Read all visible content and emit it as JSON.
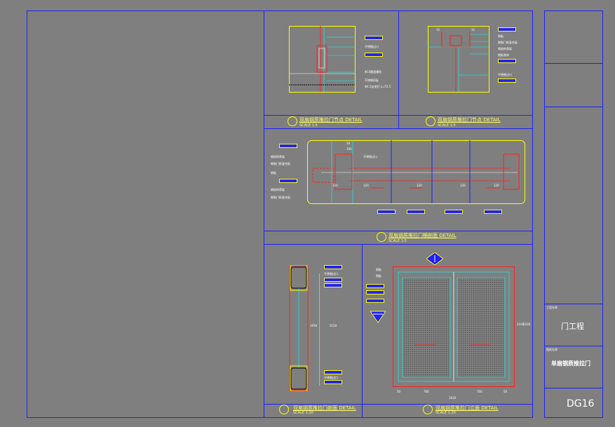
{
  "details": {
    "d1": {
      "title": "双扇钢质推拉门节点 DETAIL",
      "scale": "SCALE 1:5"
    },
    "d2": {
      "title": "双扇钢质推拉门节点 DETAIL",
      "scale": "SCALE 1:5"
    },
    "d3": {
      "title": "双扇钢质推拉门横剖面 DETAIL",
      "scale": "SCALE 1:5"
    },
    "d4": {
      "title": "双扇钢质推拉门剖面 DETAIL",
      "scale": "SCALE 1:20"
    },
    "d5": {
      "title": "双扇钢质推拉门立面 DETAIL",
      "scale": "SCALE 1:20"
    }
  },
  "notes": {
    "n1": "不锈钢边口",
    "n2": "Φ10膨胀螺栓",
    "n3": "不锈钢扣板",
    "n4": "Φ4.2自攻钉 L=53.5",
    "n5": "钢板",
    "n6": "钢制门框复合板",
    "n7": "钢结构骨架",
    "n8": "钢板装饰",
    "n9": "不锈钢边口",
    "n10": "不锈钢边口",
    "l1": "钢结构骨架",
    "l2": "钢制门框复合板",
    "l3": "钢板",
    "l4": "钢结构骨架",
    "l5": "钢制门框复合板",
    "r1": "不锈钢边口",
    "r2": "不锈钢边口",
    "e1": "钢板",
    "e2": "钢板"
  },
  "dims": {
    "t1": "50",
    "t2": "100",
    "b1": "120",
    "b2": "120",
    "b3": "120",
    "b4": "120",
    "b5": "120",
    "s1": "15",
    "s2": "15",
    "v1": "1950",
    "v2": "2150",
    "h1": "50",
    "h2": "760",
    "h3": "760",
    "h4": "50",
    "h5": "1620",
    "ev1": "2100",
    "ev2": "2200"
  },
  "titleblock": {
    "project_label": "工程名称",
    "project_name": "门工程",
    "drawing_label": "图纸名称",
    "drawing_name": "单扇钢质推拉门",
    "number": "DG16"
  },
  "colors": {
    "background": "#7f7f7f",
    "frame": "#1f1fff",
    "yellow": "#ffff00",
    "cyan": "#00ffff",
    "red": "#ff2020",
    "white": "#ffffff"
  }
}
